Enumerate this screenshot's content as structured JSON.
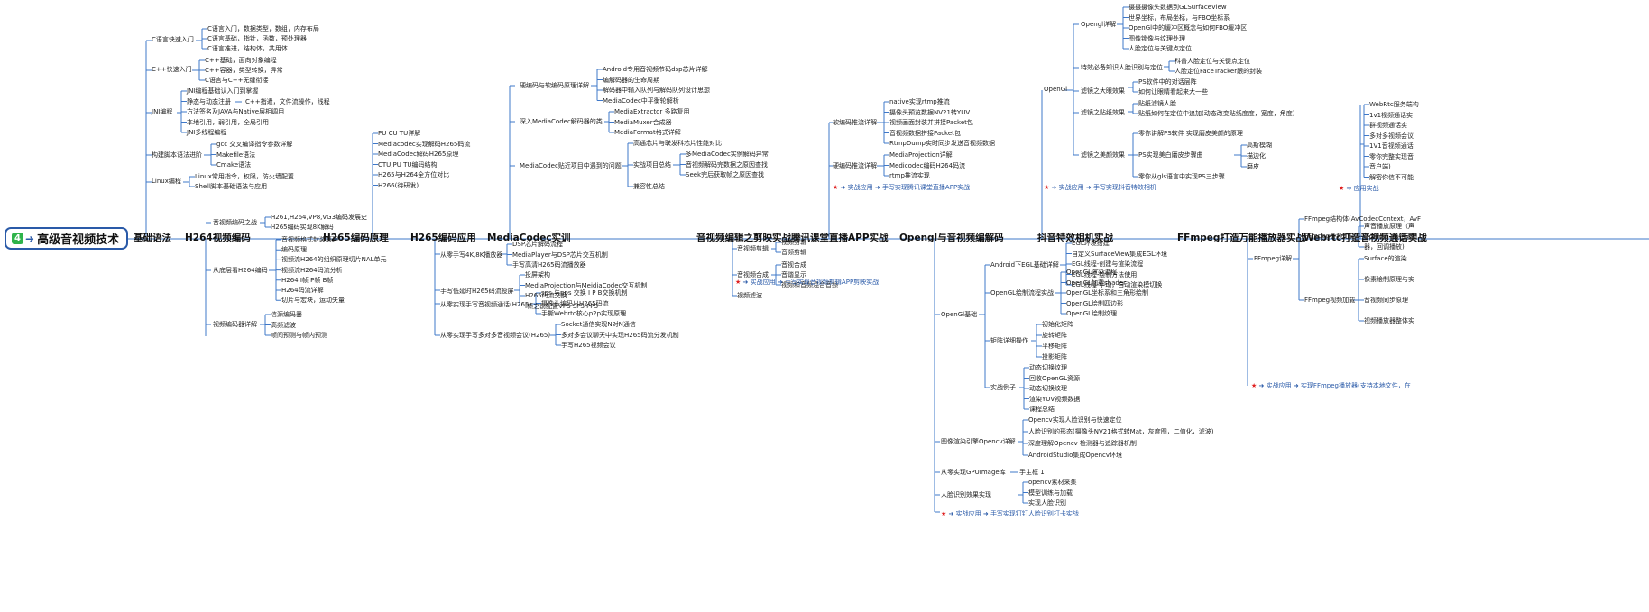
{
  "root": {
    "badge": "4",
    "label": "高级音视频技术"
  },
  "main_chain": [
    "基础语法",
    "H264视频编码",
    "H265编码原理",
    "H265编码应用",
    "MediaCodec实训",
    "音视频编辑之剪映实战",
    "腾讯课堂直播APP实战",
    "Opengl与音视频编解码",
    "抖音特效相机实战",
    "FFmpeg打造万能播放器实战",
    "Webrtc打造音视频通话实战"
  ],
  "links": {
    "tencent": {
      "prefix": "实战应用",
      "text": "手写实现腾讯课堂直播APP实战"
    },
    "jianying": {
      "prefix": "实战应用",
      "text": "手写实现音视频剪辑APP剪映实战"
    },
    "douyin": {
      "prefix": "实战应用",
      "text": "手写实现抖音特效相机"
    },
    "face": {
      "prefix": "实战应用",
      "text": "手写实现钉钉人脸识别打卡实战"
    },
    "ffmpeg": {
      "prefix": "实战应用",
      "text": "实现FFmpeg播放器(支持本地文件，在"
    },
    "webrtc": {
      "prefix": "应用实战"
    }
  },
  "jichu": {
    "c_intro": {
      "label": "C语言快速入门",
      "items": [
        "C语言入门，数据类型，数组，内存布局",
        "C语言基础，指针，函数，预处理器",
        "C语言推进，结构体，共用体"
      ]
    },
    "cpp_intro": {
      "label": "C++快速入门",
      "items": [
        "C++基础，面向对象编程",
        "C++容器，类型转换，异常",
        "C语言与C++无缝衔接"
      ]
    },
    "jni": {
      "label": "JNI编程",
      "items": [
        "JNI编程基础认入门到掌握",
        "静态与动态注册",
        "方法签名及JAVA与Native层相调用",
        "本地引用，弱引用，全局引用",
        "JNI多线程编程"
      ],
      "sub_of_item2": "C++指遣，文件流操作，线程"
    },
    "build": {
      "label": "构建脚本语法进阶",
      "items": [
        "gcc 交叉编译指令参数详解",
        "Makefile语法",
        "Cmake语法"
      ]
    },
    "linux": {
      "label": "Linux编程",
      "items": [
        "Linux常用指令，权限，防火墙配置",
        "Shell脚本基础语法与应用"
      ]
    }
  },
  "h264": {
    "history": {
      "label": "音视频编码之战",
      "items": [
        "H261,H264,VP8,VG3编码发展史",
        "H265编码实现8K解码"
      ]
    },
    "analysis": {
      "label": "从底层看H264编码",
      "items": [
        "音视频格式封装原理",
        "编码原理",
        "视频流H264的组织原理切片NAL单元",
        "视频流H264码流分析",
        "H264 I帧 P帧 B帧",
        "H264码流详解",
        "切片与宏块，运动矢量"
      ]
    },
    "decode": {
      "label": "视频编码器详解",
      "items": [
        "信源编码器",
        "高频滤波",
        "帧间预测与帧内预测"
      ]
    }
  },
  "h265": {
    "principle": [
      "PU CU TU详解",
      "Mediacodec实现解码H265码流",
      "MediaCodec解码H265原理",
      "CTU,PU TU编码结构",
      "H265与H264全方位对比",
      "H266(待研发)"
    ],
    "app": {
      "k8": {
        "label": "从零手写4K,8K播放器",
        "items": [
          "DSP芯片解码流程",
          "MediaPlayer与DSP芯片交互机制",
          "手写高清H265码流播放器"
        ]
      },
      "screen": {
        "label": "手写低延时H265码流投屏",
        "items": [
          "投屏架构",
          "MediaProjection与MeidiaCodec交互机制",
          "H265码流交换",
          "I帧之前配置VPS SPS PPS"
        ]
      },
      "call": {
        "label": "从零实现手写音视频通话(H265)",
        "items": [
          "sps 与pps 交换 I P B交换机制",
          "摄像头编码出H265码流",
          "手撕Webrtc核心p2p实现原理"
        ]
      },
      "meeting": {
        "label": "从零实现手写多对多音视频会议(H265)",
        "items": [
          "Socket通信实现N对N通信",
          "多对多会议聊天中实现H265码流分发机制",
          "手写H265视频会议"
        ]
      }
    }
  },
  "mediacodec": {
    "hw": {
      "label": "硬编码与软编码原理详解",
      "items": [
        "Android专用音视频节码dsp芯片详解",
        "编解码器的生命周期",
        "解码器中输入队列与解码队列设计思想",
        "MediaCodec中平衡轮解析"
      ]
    },
    "deep": {
      "label": "深入MediaCodec解码器的类",
      "items": [
        "MediaExtractor 多路复用",
        "MediaMuxer合成器",
        "MediaFormat格式详解"
      ]
    },
    "project": {
      "label": "MediaCodec贴近项目中遇到的问题",
      "items": [
        "高通芯片与联发科芯片性能对比",
        "实战项目总结",
        "兼容性总结"
      ],
      "sub": [
        "多MediaCodec实例解码异常",
        "音视频解码完数据之原因查找",
        "Seek完后获取帧之原因查找"
      ]
    }
  },
  "jianying": {
    "edit": {
      "label": "音视频剪辑",
      "items": [
        "视频剪辑",
        "音频剪辑"
      ]
    },
    "mix": {
      "label": "音视频合成",
      "items": [
        "音视合成",
        "音谐显示",
        "视频和音频混合音频"
      ]
    },
    "effect": "视频滤波"
  },
  "tencent": {
    "soft": {
      "label": "软编码推流详解",
      "items": [
        "native实现rtmp推流",
        "摄像头预览数据NV21转YUV",
        "视频画面封装并拼接Packet包",
        "音视频数据拼接Packet包",
        "RtmpDump实时同步发送音视频数据"
      ]
    },
    "hard": {
      "label": "硬编码推流详解",
      "items": [
        "MediaProjection详解",
        "Medicodec编码H264码流",
        "rtmp推流实现"
      ]
    }
  },
  "opengl_top": {
    "opengl": {
      "label": "OpenGl",
      "children": [
        {
          "label": "Opengl详解",
          "items": [
            "摄摄摄像头数据到GLSurfaceView",
            "世界坐标，布局坐标，与FBO坐标系",
            "OpenGl中的缓冲区概念与如何FBO缓冲区",
            "图像锁像与纹理处理",
            "人脸定位与关键点定位"
          ]
        },
        {
          "label": "特效必备知识人脸识别与定位",
          "items": [
            "科普人脸定位与关键点定位",
            "人脸定位FaceTracker跟的封装"
          ]
        },
        {
          "label": "滤镜之大眼效果",
          "items": [
            "PS软件中的对话层阵",
            "如何让眼睛看起来大一些"
          ]
        },
        {
          "label": "滤镜之贴纸效果",
          "items": [
            "贴纸滤镜人脸",
            "贴纸如何在定位中追加(动态改变贴纸度度，宽度，角度)"
          ]
        },
        {
          "label": "滤镜之美颜效果",
          "items": [
            "零你讲解PS软件 实现磨皮美颜的原理",
            "PS实现美白磨皮步骤曲",
            "零你从gls语言中实现PS三步骤"
          ],
          "sub": [
            "高斯模糊",
            "描边化",
            "磨皮"
          ]
        }
      ]
    }
  },
  "opengl_bottom": {
    "base": {
      "label": "OpenGl基础",
      "children": [
        {
          "label": "Android下EGL基础详解",
          "items": [
            "EGL环境搭建",
            "自定义SurfaceView集成EGL环境",
            "EGL线程-创建与渲染流程",
            "EGL线程-绘制方法使用",
            "EGL线程-手动，自动渲染模切换"
          ]
        },
        {
          "label": "OpenGL绘制流程实战",
          "items": [
            "OpenGL渲染流程",
            "OpenGL加载shader",
            "OpenGL坐标系和三角形绘制",
            "OpenGL绘制四边形",
            "OpenGL绘制纹理"
          ]
        },
        {
          "label": "矩阵详细操作",
          "items": [
            "初始化矩阵",
            "旋转矩阵",
            "平移矩阵",
            "投影矩阵"
          ]
        },
        {
          "label": "实战例子",
          "items": [
            "动态切换纹理",
            "回收OpenGL资源",
            "动态切换纹理",
            "渲染YUV视频数据",
            "课程总结"
          ]
        }
      ]
    },
    "opencv": {
      "label": "图像渲染引擎Opencv详解",
      "items": [
        "Opencv实现人脸识别与快速定位",
        "人脸识别的形态(摄像头NV21格式转Mat，灰度图，二值化，滤波)",
        "深度理解Opencv 检测器与追踪器机制",
        "AndroidStudio集成Opencv环境"
      ]
    },
    "gpuimage": {
      "label": "从零实现GPUImage库",
      "sub": "手主框 1"
    },
    "face": {
      "label": "人脸识别效果实现",
      "items": [
        "opencv素材采集",
        "模型训练与加载",
        "实现人脸识别"
      ]
    }
  },
  "ffmpeg": {
    "detail": {
      "label": "FFmpeg详解",
      "children": [
        {
          "label": "FFmpeg结构体(AvCodecContext，AvF",
          "items": []
        },
        {
          "label": "FFmpeg音频加载",
          "items": [
            "声音播放原理（声",
            "OpenSL ES底层播",
            "器，回调播放)"
          ]
        },
        {
          "label": "FFmpeg视频加载",
          "items": [
            "Surface的渲染",
            "像素绘制原理与实",
            "音视频同步原理",
            "视频播放器整体实"
          ]
        }
      ]
    }
  },
  "webrtc": {
    "items": [
      "WebRtc服务端构",
      "1v1视频通话实",
      "群视频通话实",
      "多对多视频会议",
      "1V1音视频通话",
      "零你完整实现音",
      "音户端)",
      "解密你信不可能"
    ]
  }
}
